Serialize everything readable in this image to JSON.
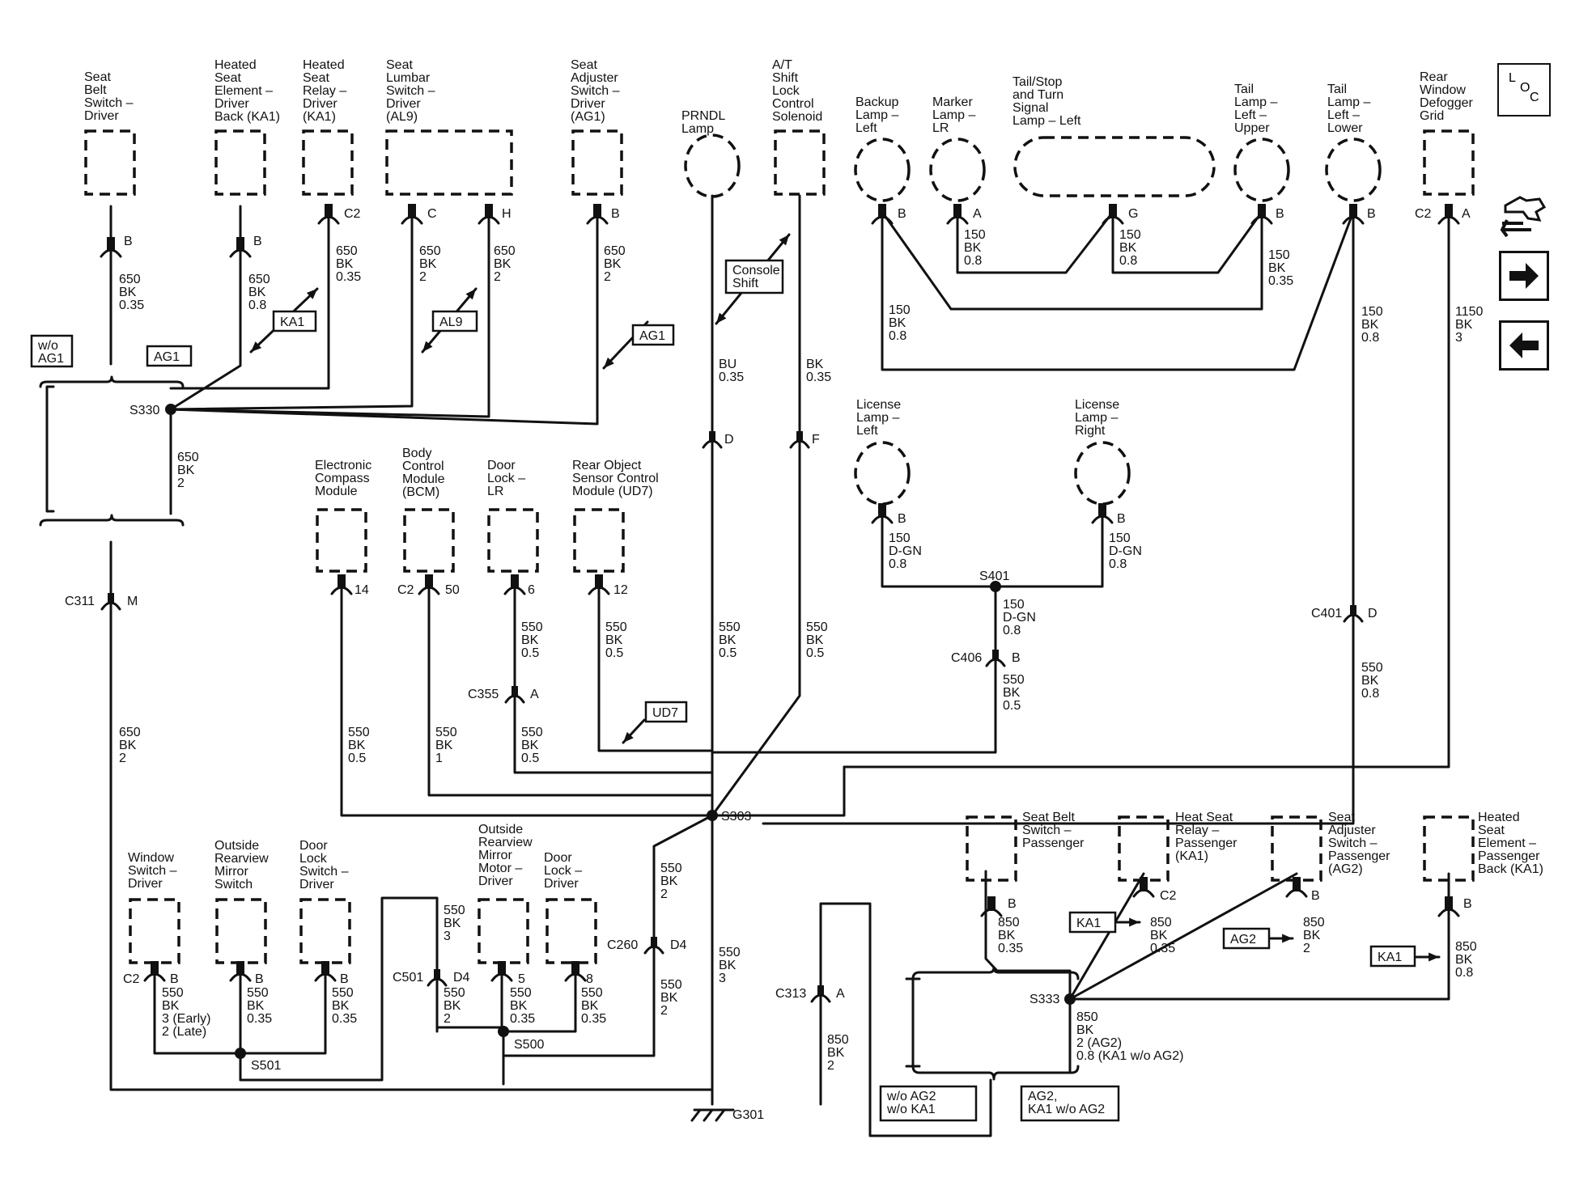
{
  "loc_badge": {
    "l": "L",
    "o": "O",
    "c": "C"
  },
  "nav": {
    "connector_icon": "connector-view-icon",
    "next_icon": "arrow-right-icon",
    "prev_icon": "arrow-left-icon"
  },
  "components": {
    "seat_belt_switch_driver": [
      "Seat",
      "Belt",
      "Switch –",
      "Driver"
    ],
    "heated_seat_element_driver_back": [
      "Heated",
      "Seat",
      "Element –",
      "Driver",
      "Back (KA1)"
    ],
    "heated_seat_relay_driver": [
      "Heated",
      "Seat",
      "Relay –",
      "Driver",
      "(KA1)"
    ],
    "seat_lumbar_switch_driver": [
      "Seat",
      "Lumbar",
      "Switch –",
      "Driver",
      "(AL9)"
    ],
    "seat_adjuster_switch_driver": [
      "Seat",
      "Adjuster",
      "Switch –",
      "Driver",
      "(AG1)"
    ],
    "prndl_lamp": [
      "PRNDL",
      "Lamp"
    ],
    "shift_lock_solenoid": [
      "A/T",
      "Shift",
      "Lock",
      "Control",
      "Solenoid"
    ],
    "backup_lamp_left": [
      "Backup",
      "Lamp –",
      "Left"
    ],
    "marker_lamp_lr": [
      "Marker",
      "Lamp –",
      "LR"
    ],
    "tail_stop_turn_left": [
      "Tail/Stop",
      "and Turn",
      "Signal",
      "Lamp – Left"
    ],
    "tail_lamp_left_upper": [
      "Tail",
      "Lamp –",
      "Left –",
      "Upper"
    ],
    "tail_lamp_left_lower": [
      "Tail",
      "Lamp –",
      "Left –",
      "Lower"
    ],
    "rear_window_defogger_grid": [
      "Rear",
      "Window",
      "Defogger",
      "Grid"
    ],
    "license_lamp_left": [
      "License",
      "Lamp –",
      "Left"
    ],
    "license_lamp_right": [
      "License",
      "Lamp –",
      "Right"
    ],
    "electronic_compass_module": [
      "Electronic",
      "Compass",
      "Module"
    ],
    "body_control_module": [
      "Body",
      "Control",
      "Module",
      "(BCM)"
    ],
    "door_lock_lr": [
      "Door",
      "Lock –",
      "LR"
    ],
    "rear_object_sensor_module": [
      "Rear Object",
      "Sensor Control",
      "Module (UD7)"
    ],
    "window_switch_driver": [
      "Window",
      "Switch –",
      "Driver"
    ],
    "outside_mirror_switch": [
      "Outside",
      "Rearview",
      "Mirror",
      "Switch"
    ],
    "door_lock_switch_driver": [
      "Door",
      "Lock",
      "Switch –",
      "Driver"
    ],
    "outside_mirror_motor_driver": [
      "Outside",
      "Rearview",
      "Mirror",
      "Motor –",
      "Driver"
    ],
    "door_lock_driver": [
      "Door",
      "Lock –",
      "Driver"
    ],
    "seat_belt_switch_passenger": [
      "Seat Belt",
      "Switch –",
      "Passenger"
    ],
    "heat_seat_relay_passenger": [
      "Heat Seat",
      "Relay –",
      "Passenger",
      "(KA1)"
    ],
    "seat_adjuster_switch_passenger": [
      "Seat",
      "Adjuster",
      "Switch –",
      "Passenger",
      "(AG2)"
    ],
    "heated_seat_element_passenger_back": [
      "Heated",
      "Seat",
      "Element –",
      "Passenger",
      "Back (KA1)"
    ]
  },
  "pins": {
    "seat_belt_driver": "B",
    "heated_elem_driver": "B",
    "relay_driver_conn": "C2",
    "lumbar_c": "C",
    "lumbar_h": "H",
    "adjuster_driver": "B",
    "prndl": "D",
    "shift_lock": "F",
    "backup": "B",
    "marker": "A",
    "tailstop": "G",
    "tail_upper": "B",
    "tail_lower": "B",
    "defog_conn": "C2",
    "defog_pin": "A",
    "lic_left": "B",
    "lic_right": "B",
    "compass": "14",
    "bcm_conn": "C2",
    "bcm_pin": "50",
    "door_lock_lr": "6",
    "ros": "12",
    "c355_pin": "A",
    "c401_pin": "D",
    "c406_pin": "B",
    "c311_pin": "M",
    "win_conn": "C2",
    "win_pin": "B",
    "mirror_sw": "B",
    "lock_sw": "B",
    "c501_pin": "D4",
    "mirror_motor": "5",
    "door_lock_drv": "8",
    "c260_pin": "D4",
    "c313_pin": "A",
    "belt_pass": "B",
    "relay_pass_pin": "C2",
    "adj_pass": "B",
    "heat_pass": "B"
  },
  "connectors": {
    "c311": "C311",
    "c355": "C355",
    "c401": "C401",
    "c406": "C406",
    "c501": "C501",
    "c260": "C260",
    "c313": "C313"
  },
  "splices": {
    "s330": "S330",
    "s303": "S303",
    "s401": "S401",
    "s501": "S501",
    "s500": "S500",
    "s333": "S333"
  },
  "ground": "G301",
  "option_tags": {
    "wo_ag1": [
      "w/o",
      "AG1"
    ],
    "ag1_left": "AG1",
    "ka1_arrow": "KA1",
    "al9_arrow": "AL9",
    "ag1_arrow": "AG1",
    "console_shift": [
      "Console",
      "Shift"
    ],
    "ud7": "UD7",
    "ka1_right_a": "KA1",
    "ag2_right": "AG2",
    "ka1_right_b": "KA1",
    "wo_ag2_ka1": [
      "w/o AG2",
      "w/o KA1"
    ],
    "ag2_ka1_wo_ag2": [
      "AG2,",
      "KA1 w/o AG2"
    ]
  },
  "wires": {
    "w_belt_driver": [
      "650",
      "BK",
      "0.35"
    ],
    "w_heat_driver": [
      "650",
      "BK",
      "0.8"
    ],
    "w_relay_driver": [
      "650",
      "BK",
      "0.35"
    ],
    "w_lumbar_c": [
      "650",
      "BK",
      "2"
    ],
    "w_lumbar_h": [
      "650",
      "BK",
      "2"
    ],
    "w_adjuster_driver": [
      "650",
      "BK",
      "2"
    ],
    "w_s330_down": [
      "650",
      "BK",
      "2"
    ],
    "w_c311_g301": [
      "650",
      "BK",
      "2"
    ],
    "w_prndl": [
      "BU",
      "0.35"
    ],
    "w_shift_lock": [
      "BK",
      "0.35"
    ],
    "w_prndl_s303": [
      "550",
      "BK",
      "0.5"
    ],
    "w_shift_s303": [
      "550",
      "BK",
      "0.5"
    ],
    "w_backup": [
      "150",
      "BK",
      "0.8"
    ],
    "w_marker": [
      "150",
      "BK",
      "0.8"
    ],
    "w_tailstop": [
      "150",
      "BK",
      "0.8"
    ],
    "w_tail_upper": [
      "150",
      "BK",
      "0.35"
    ],
    "w_tail_lower": [
      "150",
      "BK",
      "0.8"
    ],
    "w_defog": [
      "1150",
      "BK",
      "3"
    ],
    "w_lic_left": [
      "150",
      "D-GN",
      "0.8"
    ],
    "w_lic_right": [
      "150",
      "D-GN",
      "0.8"
    ],
    "w_s401_down": [
      "150",
      "D-GN",
      "0.8"
    ],
    "w_c406_s303": [
      "550",
      "BK",
      "0.5"
    ],
    "w_c401_s303": [
      "550",
      "BK",
      "0.8"
    ],
    "w_compass": [
      "550",
      "BK",
      "0.5"
    ],
    "w_bcm": [
      "550",
      "BK",
      "1"
    ],
    "w_door_lr_top": [
      "550",
      "BK",
      "0.5"
    ],
    "w_door_lr_bot": [
      "550",
      "BK",
      "0.5"
    ],
    "w_ros": [
      "550",
      "BK",
      "0.5"
    ],
    "w_s303_g301": [
      "550",
      "BK",
      "3"
    ],
    "w_s303_c260": [
      "550",
      "BK",
      "2"
    ],
    "w_c260_s500": [
      "550",
      "BK",
      "2"
    ],
    "w_c501_top": [
      "550",
      "BK",
      "3"
    ],
    "w_c501_s500": [
      "550",
      "BK",
      "2"
    ],
    "w_mirror_motor": [
      "550",
      "BK",
      "0.35"
    ],
    "w_door_lock_drv": [
      "550",
      "BK",
      "0.35"
    ],
    "w_window_sw": [
      "550",
      "BK",
      "3 (Early)",
      "2 (Late)"
    ],
    "w_mirror_sw": [
      "550",
      "BK",
      "0.35"
    ],
    "w_lock_sw": [
      "550",
      "BK",
      "0.35"
    ],
    "w_c313": [
      "850",
      "BK",
      "2"
    ],
    "w_belt_pass": [
      "850",
      "BK",
      "0.35"
    ],
    "w_relay_pass": [
      "850",
      "BK",
      "0.35"
    ],
    "w_adj_pass": [
      "850",
      "BK",
      "2"
    ],
    "w_heat_pass": [
      "850",
      "BK",
      "0.8"
    ],
    "w_s333_down": [
      "850",
      "BK",
      "2 (AG2)",
      "0.8 (KA1 w/o AG2)"
    ]
  }
}
